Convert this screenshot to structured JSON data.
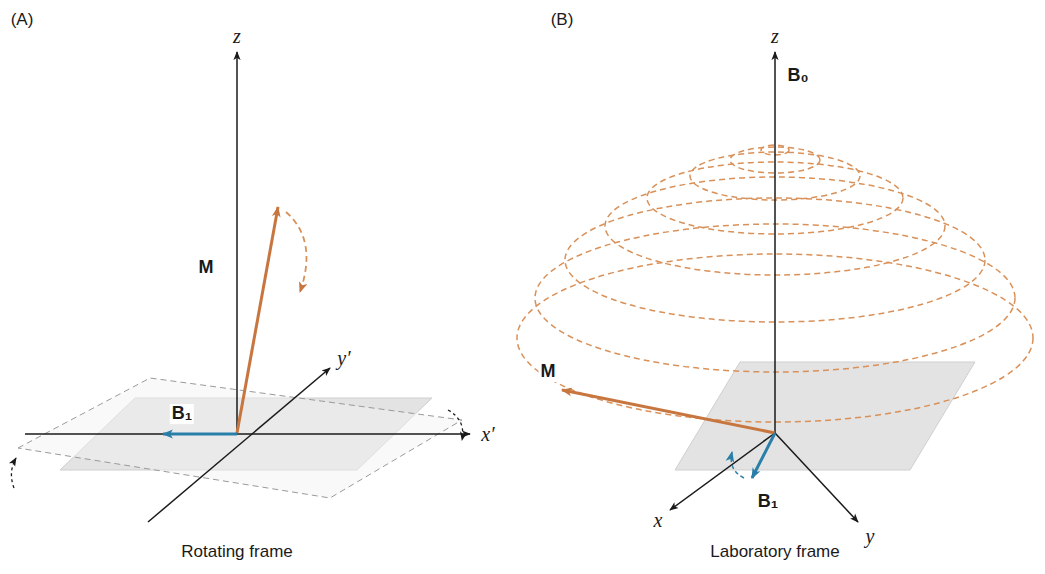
{
  "diagram": {
    "labels": [
      "(A)",
      "z",
      "M",
      "y′",
      "B₁",
      "x′",
      "Rotating frame",
      "(B)",
      "z",
      "B₀",
      "M",
      "x",
      "B₁",
      "y",
      "Laboratory frame"
    ]
  }
}
